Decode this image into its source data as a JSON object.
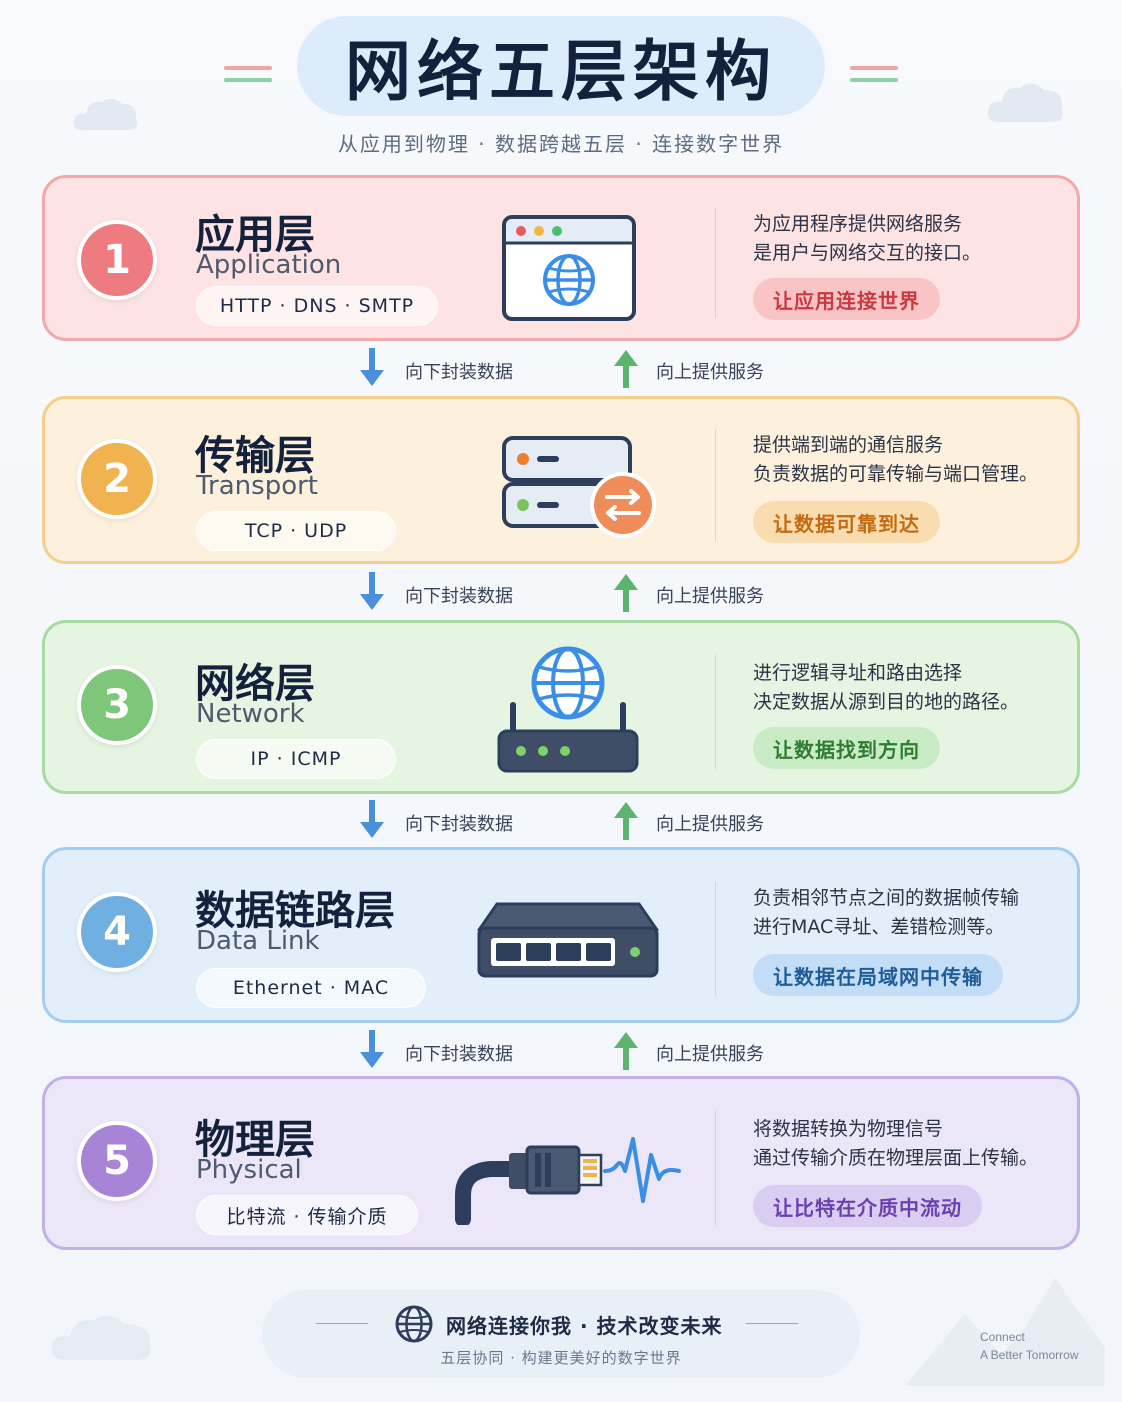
{
  "header": {
    "title": "网络五层架构",
    "subtitle": "从应用到物理 · 数据跨越五层 · 连接数字世界"
  },
  "layers": [
    {
      "number": "1",
      "name_cn": "应用层",
      "name_en": "Application",
      "protocols": "HTTP · DNS · SMTP",
      "description": [
        "为应用程序提供网络服务",
        "是用户与网络交互的接口。"
      ],
      "tagline": "让应用连接世界",
      "icon": "browser-globe-icon",
      "color": "#ee7b7f"
    },
    {
      "number": "2",
      "name_cn": "传输层",
      "name_en": "Transport",
      "protocols": "TCP · UDP",
      "description": [
        "提供端到端的通信服务",
        "负责数据的可靠传输与端口管理。"
      ],
      "tagline": "让数据可靠到达",
      "icon": "server-exchange-icon",
      "color": "#f0b350"
    },
    {
      "number": "3",
      "name_cn": "网络层",
      "name_en": "Network",
      "protocols": "IP · ICMP",
      "description": [
        "进行逻辑寻址和路由选择",
        "决定数据从源到目的地的路径。"
      ],
      "tagline": "让数据找到方向",
      "icon": "router-globe-icon",
      "color": "#7dc67a"
    },
    {
      "number": "4",
      "name_cn": "数据链路层",
      "name_en": "Data Link",
      "protocols": "Ethernet · MAC",
      "description": [
        "负责相邻节点之间的数据帧传输",
        "进行MAC寻址、差错检测等。"
      ],
      "tagline": "让数据在局域网中传输",
      "icon": "switch-icon",
      "color": "#6fb0e0"
    },
    {
      "number": "5",
      "name_cn": "物理层",
      "name_en": "Physical",
      "protocols": "比特流 · 传输介质",
      "description": [
        "将数据转换为物理信号",
        "通过传输介质在物理层面上传输。"
      ],
      "tagline": "让比特在介质中流动",
      "icon": "ethernet-cable-signal-icon",
      "color": "#a784d6"
    }
  ],
  "arrows": {
    "down_label": "向下封装数据",
    "up_label": "向上提供服务",
    "down_color": "#4a8fd9",
    "up_color": "#5cb46e"
  },
  "footer": {
    "main": "网络连接你我 · 技术改变未来",
    "sub": "五层协同 · 构建更美好的数字世界",
    "corner_line1": "Connect",
    "corner_line2": "A Better Tomorrow"
  }
}
